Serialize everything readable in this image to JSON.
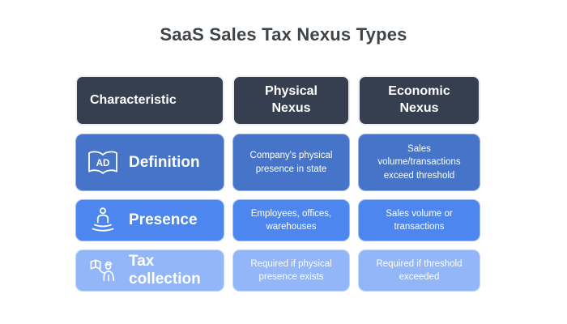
{
  "title": "SaaS Sales Tax Nexus Types",
  "colors": {
    "page_bg": "#ffffff",
    "title_text": "#3f4449",
    "header_bg": "#353f4f",
    "row1_bg": "#4574c8",
    "row2_bg": "#4c86ee",
    "row3_bg": "#93b6f8",
    "cell_text": "#ffffff"
  },
  "table": {
    "columns": [
      "Characteristic",
      "Physical Nexus",
      "Economic Nexus"
    ],
    "rows": [
      {
        "label": "Definition",
        "icon": "open-book-ad-icon",
        "physical": "Company's physical presence in state",
        "economic": "Sales volume/transactions exceed threshold"
      },
      {
        "label": "Presence",
        "icon": "person-presence-icon",
        "physical": "Employees, offices, warehouses",
        "economic": "Sales volume or transactions"
      },
      {
        "label": "Tax collection",
        "icon": "tax-collector-icon",
        "physical": "Required if physical presence exists",
        "economic": "Required if threshold exceeded"
      }
    ]
  },
  "chart_data": {
    "type": "table",
    "title": "SaaS Sales Tax Nexus Types",
    "columns": [
      "Characteristic",
      "Physical Nexus",
      "Economic Nexus"
    ],
    "rows": [
      [
        "Definition",
        "Company's physical presence in state",
        "Sales volume/transactions exceed threshold"
      ],
      [
        "Presence",
        "Employees, offices, warehouses",
        "Sales volume or transactions"
      ],
      [
        "Tax collection",
        "Required if physical presence exists",
        "Required if threshold exceeded"
      ]
    ]
  }
}
